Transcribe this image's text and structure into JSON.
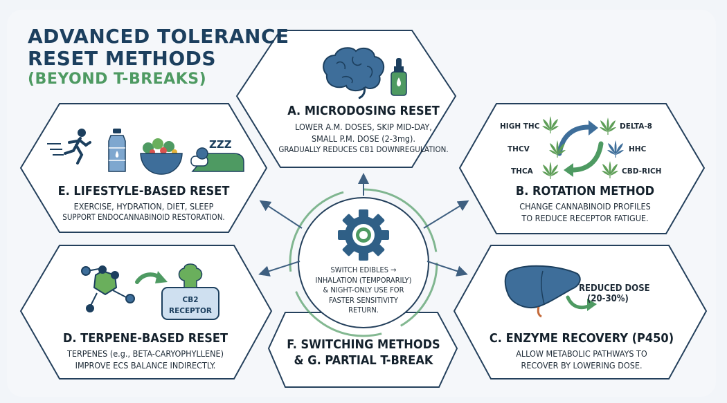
{
  "title": {
    "line1": "ADVANCED TOLERANCE",
    "line2": "RESET METHODS",
    "subtitle": "(BEYOND T-BREAKS)"
  },
  "sections": {
    "a": {
      "heading": "A. MICRODOSING RESET",
      "body_line1": "LOWER A.M. DOSES, SKIP MID-DAY,",
      "body_line2": "SMALL P.M. DOSE (2-3mg).",
      "body_line3": "GRADUALLY REDUCES CB1 DOWNREGULATION."
    },
    "b": {
      "heading": "B. ROTATION METHOD",
      "body_line1": "CHANGE CANNABINOID PROFILES",
      "body_line2": "TO REDUCE RECEPTOR FATIGUE.",
      "labels": [
        "HIGH THC",
        "DELTA-8",
        "THCV",
        "HHC",
        "THCA",
        "CBD-RICH"
      ]
    },
    "c": {
      "heading": "C. ENZYME RECOVERY (P450)",
      "body_line1": "ALLOW METABOLIC PATHWAYS TO",
      "body_line2": "RECOVER BY LOWERING DOSE.",
      "callout_line1": "REDUCED DOSE",
      "callout_line2": "(20-30%)"
    },
    "d": {
      "heading": "D. TERPENE-BASED RESET",
      "body_line1": "TERPENES (e.g., BETA-CARYOPHYLLENE)",
      "body_line2": "IMPROVE ECS BALANCE INDIRECTLY.",
      "receptor_line1": "CB2",
      "receptor_line2": "RECEPTOR"
    },
    "e": {
      "heading": "E. LIFESTYLE-BASED RESET",
      "body_line1": "EXERCISE, HYDRATION, DIET, SLEEP",
      "body_line2": "SUPPORT ENDOCANNABINOID RESTORATION.",
      "sleep_text": "ZZZ"
    },
    "f": {
      "heading_line1": "F. SWITCHING METHODS",
      "heading_line2": "& G. PARTIAL T-BREAK"
    },
    "center": {
      "line1": "SWITCH EDIBLES →",
      "line2": "INHALATION (TEMPORARILY)",
      "line3": "& NIGHT-ONLY USE FOR",
      "line4": "FASTER SENSITIVITY",
      "line5": "RETURN."
    }
  },
  "colors": {
    "navy": "#1c3f5e",
    "green": "#4e9a62",
    "hex_border": "#24405c",
    "hex_fill": "#ffffff",
    "arrow": "#3e5f80",
    "leaf": "#5e9e57",
    "gear": "#2f5f86",
    "liver": "#2f5f86"
  },
  "icons": [
    "runner-icon",
    "water-bottle-icon",
    "salad-bowl-icon",
    "sleeping-person-icon",
    "brain-icon",
    "dropper-bottle-icon",
    "cannabis-leaf-icon",
    "rotation-arrows-icon",
    "gear-icon",
    "liver-icon",
    "molecule-icon",
    "receptor-icon"
  ]
}
